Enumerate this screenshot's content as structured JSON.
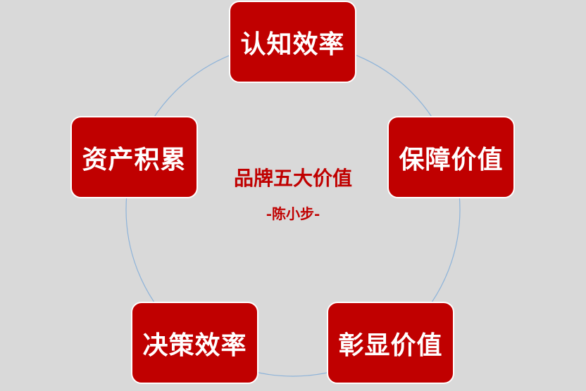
{
  "diagram": {
    "title": "品牌五大价值",
    "author": "-陈小步-",
    "colors": {
      "background": "#d9d9d9",
      "node_fill": "#c00000",
      "node_border": "#ffffff",
      "node_text": "#ffffff",
      "center_text": "#c00000",
      "ring": "#8db3d9"
    },
    "nodes": [
      {
        "label": "认知效率"
      },
      {
        "label": "保障价值"
      },
      {
        "label": "彰显价值"
      },
      {
        "label": "决策效率"
      },
      {
        "label": "资产积累"
      }
    ]
  }
}
